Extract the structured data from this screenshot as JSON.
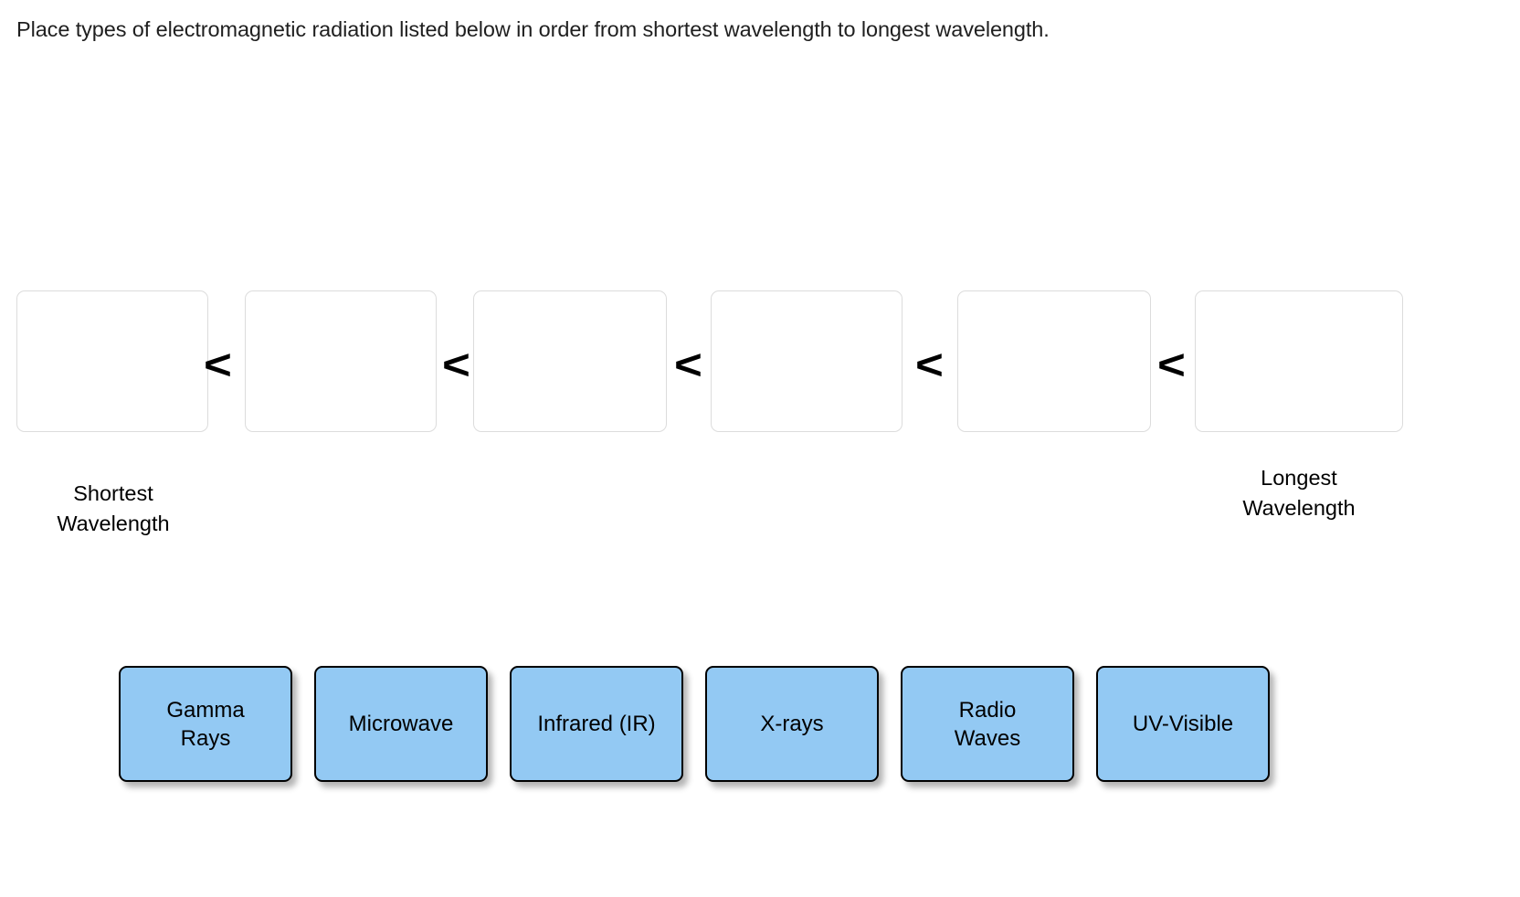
{
  "prompt": {
    "text": "Place types of electromagnetic radiation listed below in order from shortest wavelength to longest wavelength."
  },
  "ordering": {
    "separator": "<",
    "slot_count": 6,
    "slots": [
      {
        "label": "",
        "placeholder": ""
      },
      {
        "label": "",
        "placeholder": ""
      },
      {
        "label": "",
        "placeholder": ""
      },
      {
        "label": "",
        "placeholder": ""
      },
      {
        "label": "",
        "placeholder": ""
      },
      {
        "label": "",
        "placeholder": ""
      }
    ],
    "start_label": "Shortest\nWavelength",
    "end_label": "Longest\nWavelength"
  },
  "tile_bank": {
    "tiles": [
      {
        "label": "Gamma\nRays"
      },
      {
        "label": "Microwave"
      },
      {
        "label": "Infrared (IR)"
      },
      {
        "label": "X-rays"
      },
      {
        "label": "Radio\nWaves"
      },
      {
        "label": "UV-Visible"
      }
    ]
  },
  "colors": {
    "tile_fill": "#93C9F3",
    "tile_border": "#000000",
    "dropzone_border": "#DCDCDC",
    "page_background": "#FFFFFF",
    "text": "#1F1F1F"
  }
}
